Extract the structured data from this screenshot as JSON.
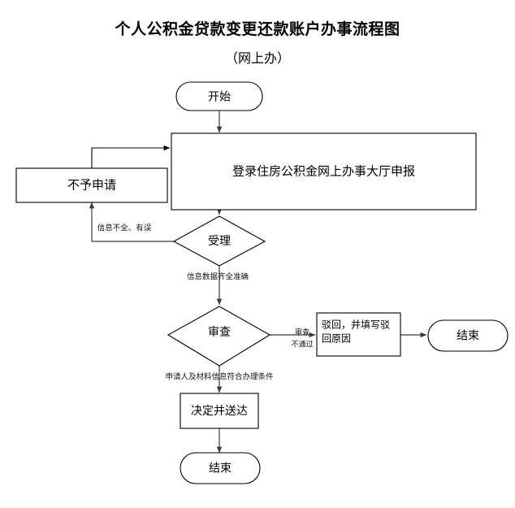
{
  "document": {
    "title": "个人公积金贷款变更还款账户办事流程图",
    "subtitle": "（网上办）"
  },
  "nodes": {
    "start": {
      "label": "开始",
      "shape": "stadium"
    },
    "apply": {
      "label": "登录住房公积金网上办事大厅申报",
      "shape": "rectangle"
    },
    "reject_apply": {
      "label": "不予申请",
      "shape": "rectangle"
    },
    "accept": {
      "label": "受理",
      "shape": "diamond"
    },
    "review": {
      "label": "审查",
      "shape": "diamond"
    },
    "return_reason_line1": "驳回，并填写驳",
    "return_reason_line2": "回原因",
    "decide": {
      "label": "决定并送达",
      "shape": "rectangle"
    },
    "end_right": {
      "label": "结束",
      "shape": "stadium"
    },
    "end_bottom": {
      "label": "结束",
      "shape": "stadium"
    }
  },
  "edge_labels": {
    "incomplete_info": "信息不全、有误",
    "data_complete": "信息数据齐全准确",
    "review_fail_line1": "审查",
    "review_fail_line2": "不通过",
    "conditions_met": "申请人及材料信息符合办理条件"
  },
  "colors": {
    "page_background": "#ffffff",
    "shape_fill": "#ffffff",
    "shape_stroke": "#000000",
    "connector": "#3a3a3a",
    "text": "#000000"
  }
}
